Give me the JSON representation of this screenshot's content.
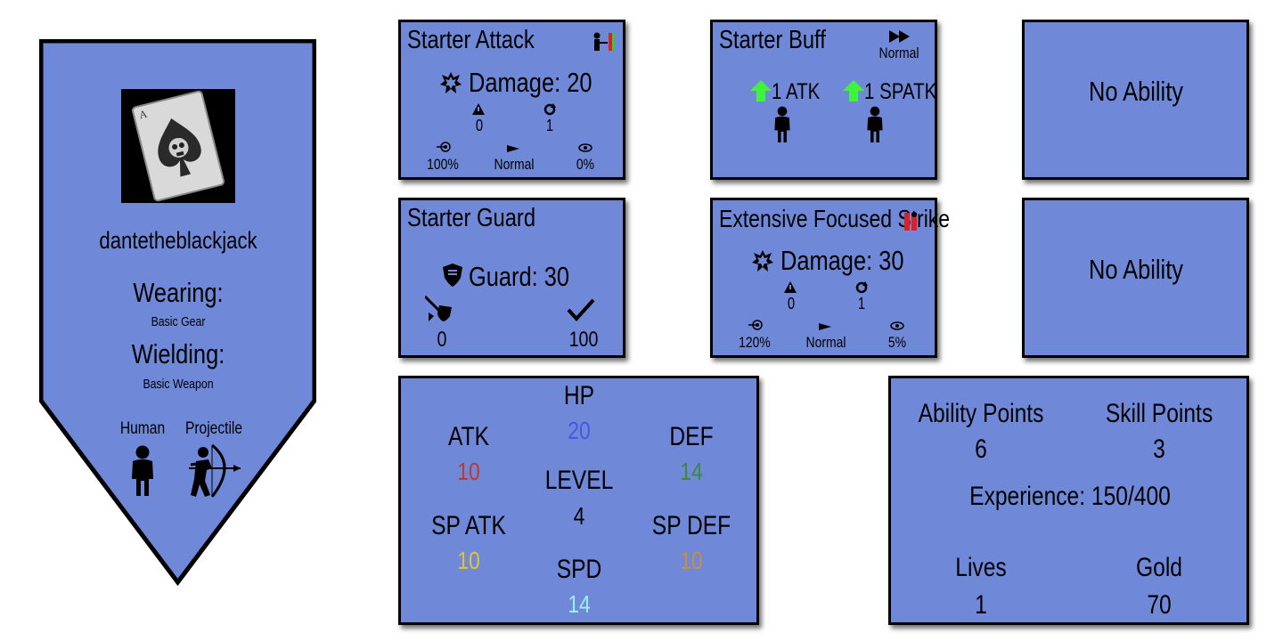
{
  "character": {
    "username": "dantetheblackjack",
    "wearing_label": "Wearing:",
    "wearing_value": "Basic Gear",
    "wielding_label": "Wielding:",
    "wielding_value": "Basic Weapon",
    "race_label": "Human",
    "class_label": "Projectile",
    "icons": [
      "ace-of-spades-skull-avatar",
      "human-silhouette-icon",
      "archer-icon"
    ]
  },
  "abilities": [
    {
      "title": "Starter Attack",
      "type_icon": "attack-target-icon",
      "damage_label": "Damage: 20",
      "stat_top": [
        "0",
        "1"
      ],
      "stat_bottom": [
        "100%",
        "Normal",
        "0%"
      ]
    },
    {
      "title": "Starter Buff",
      "speed_label": "Normal",
      "buffs": [
        "1 ATK",
        "1 SPATK"
      ]
    },
    {
      "title": "No Ability"
    },
    {
      "title": "Starter Guard",
      "guard_label": "Guard: 30",
      "left_value": "0",
      "right_value": "100"
    },
    {
      "title": "Extensive Focused Strike",
      "damage_label": "Damage: 30",
      "stat_top": [
        "0",
        "1"
      ],
      "stat_bottom": [
        "120%",
        "Normal",
        "5%"
      ]
    },
    {
      "title": "No Ability"
    }
  ],
  "stats": {
    "hp_label": "HP",
    "hp": "20",
    "atk_label": "ATK",
    "atk": "10",
    "def_label": "DEF",
    "def": "14",
    "level_label": "LEVEL",
    "level": "4",
    "spatk_label": "SP ATK",
    "spatk": "10",
    "spdef_label": "SP DEF",
    "spdef": "10",
    "spd_label": "SPD",
    "spd": "14",
    "colors": {
      "hp": "#4a55e8",
      "atk": "#c0392b",
      "def": "#3a8a3a",
      "spatk": "#e3c22c",
      "spdef": "#c98f3a",
      "spd": "#9ef0ea"
    }
  },
  "progress": {
    "ability_points_label": "Ability Points",
    "ability_points": "6",
    "skill_points_label": "Skill Points",
    "skill_points": "3",
    "experience_label": "Experience: 150/400",
    "lives_label": "Lives",
    "lives": "1",
    "gold_label": "Gold",
    "gold": "70"
  }
}
